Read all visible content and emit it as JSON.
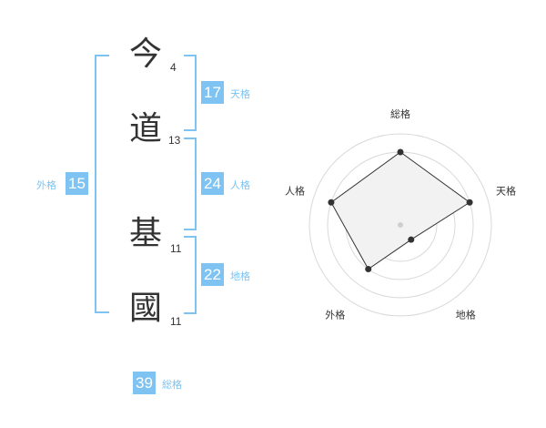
{
  "name_chars": [
    {
      "char": "今",
      "strokes": "4"
    },
    {
      "char": "道",
      "strokes": "13"
    },
    {
      "char": "基",
      "strokes": "11"
    },
    {
      "char": "國",
      "strokes": "11"
    }
  ],
  "fortunes": {
    "tenkaku": {
      "value": "17",
      "label": "天格"
    },
    "jinkaku": {
      "value": "24",
      "label": "人格"
    },
    "chikaku": {
      "value": "22",
      "label": "地格"
    },
    "gaikaku": {
      "value": "15",
      "label": "外格"
    },
    "soukaku": {
      "value": "39",
      "label": "総格"
    }
  },
  "colors": {
    "accent": "#7ec3f1",
    "text": "#333333",
    "fill": "#f2f2f2"
  },
  "chart_data": {
    "type": "radar",
    "axes": [
      "総格",
      "天格",
      "地格",
      "外格",
      "人格"
    ],
    "max": 5,
    "values": [
      4,
      4,
      1,
      3,
      4
    ]
  }
}
